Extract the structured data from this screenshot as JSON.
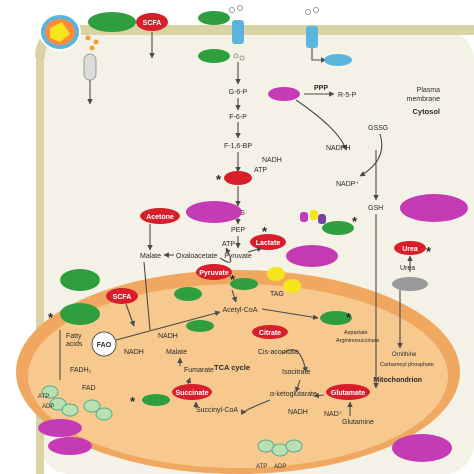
{
  "labels": {
    "plasma_membrane_line1": "Plasma",
    "plasma_membrane_line2": "membrane",
    "cytosol": "Cytosol",
    "mitochondrion": "Mitochondrion",
    "tca_cycle": "TCA cycle",
    "ppp": "PPP"
  },
  "metabolites": {
    "g6p": "G-6-P",
    "r5p": "R-5-P",
    "f6p": "F-6-P",
    "f16bp": "F-1,6-BP",
    "nadh_gly": "NADH",
    "atp_gly": "ATP",
    "gssg": "GSSG",
    "nadph": "NADPH",
    "nadp": "NADP⁺",
    "gsh": "GSH",
    "pg2": "2PG",
    "pep": "PEP",
    "atp_pyr": "ATP",
    "pyruvate": "Pyruvate",
    "malate_cyt": "Malate",
    "oxaloacetate": "Oxaloacetate",
    "urea": "Urea",
    "tag": "TAG",
    "acetyl_coa": "Acetyl-CoA",
    "fatty_acids_l1": "Fatty",
    "fatty_acids_l2": "acids",
    "fao": "FAO",
    "nadh_fao": "NADH",
    "fadh2": "FADH₂",
    "fad": "FAD",
    "nadh_tca": "NADH",
    "malate_mito": "Malate",
    "fumarate": "Fumarate",
    "cis_aconitate": "Cis-aconitate",
    "isocitrate": "Isocitrate",
    "alpha_kg": "α-ketoglutarate",
    "succinyl_coa": "Succinyl-CoA",
    "nadh_kg": "NADH",
    "nad": "NAD⁺",
    "glutamine": "Glutamine",
    "aspartate": "Aspartate",
    "argininosuccinate": "Argininosuccinate",
    "ornithine": "Ornithine",
    "carbamoyl_phosphate": "Carbamoyl phosphate",
    "atp_etc": "ATP",
    "adp_etc": "ADP",
    "atp_synth": "ATP",
    "adp_synth": "ADP"
  },
  "highlights": {
    "scfa_top": "SCFA",
    "acetone": "Acetone",
    "lactate": "Lactate",
    "pyruvate_red": "Pyruvate",
    "urea_red": "Urea",
    "scfa_mid": "SCFA",
    "citrate": "Citrate",
    "succinate": "Succinate",
    "glutamate": "Glutamate"
  },
  "asterisk": "*",
  "colors": {
    "green": "#2f9e3f",
    "red": "#d81e2a",
    "magenta": "#c53bb5",
    "grey": "#9a9a9a",
    "membrane": "#e8e4c8",
    "mito_fill": "#f7c98f",
    "mito_outer": "#f0a860",
    "cyan": "#5ab4dc"
  }
}
